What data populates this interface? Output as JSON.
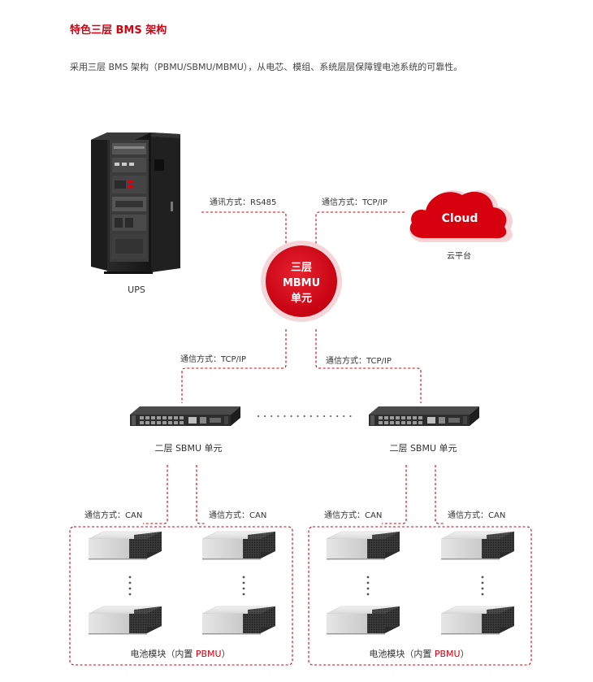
{
  "header": {
    "title": "特色三层 BMS 架构",
    "description": "采用三层 BMS 架构（PBMU/SBMU/MBMU），从电芯、模组、系统层层保障锂电池系统的可靠性。"
  },
  "ups": {
    "label": "UPS"
  },
  "cloud": {
    "text": "Cloud",
    "label": "云平台"
  },
  "mbmu": {
    "line1": "三层",
    "line2": "MBMU",
    "line3": "单元"
  },
  "links": {
    "ups_mbmu": "通讯方式：RS485",
    "cloud_mbmu": "通信方式：TCP/IP",
    "mbmu_sbmu_left": "通信方式：TCP/IP",
    "mbmu_sbmu_right": "通信方式：TCP/IP",
    "can_1": "通信方式：CAN",
    "can_2": "通信方式：CAN",
    "can_3": "通信方式：CAN",
    "can_4": "通信方式：CAN"
  },
  "sbmu": {
    "left_label": "二层 SBMU 单元",
    "right_label": "二层 SBMU 单元"
  },
  "battery_groups": [
    {
      "prefix": "电池模块（内置 ",
      "highlight": "PBMU",
      "suffix": "）"
    },
    {
      "prefix": "电池模块（内置 ",
      "highlight": "PBMU",
      "suffix": "）"
    }
  ],
  "colors": {
    "accent": "#d7000f",
    "text": "#333333"
  }
}
